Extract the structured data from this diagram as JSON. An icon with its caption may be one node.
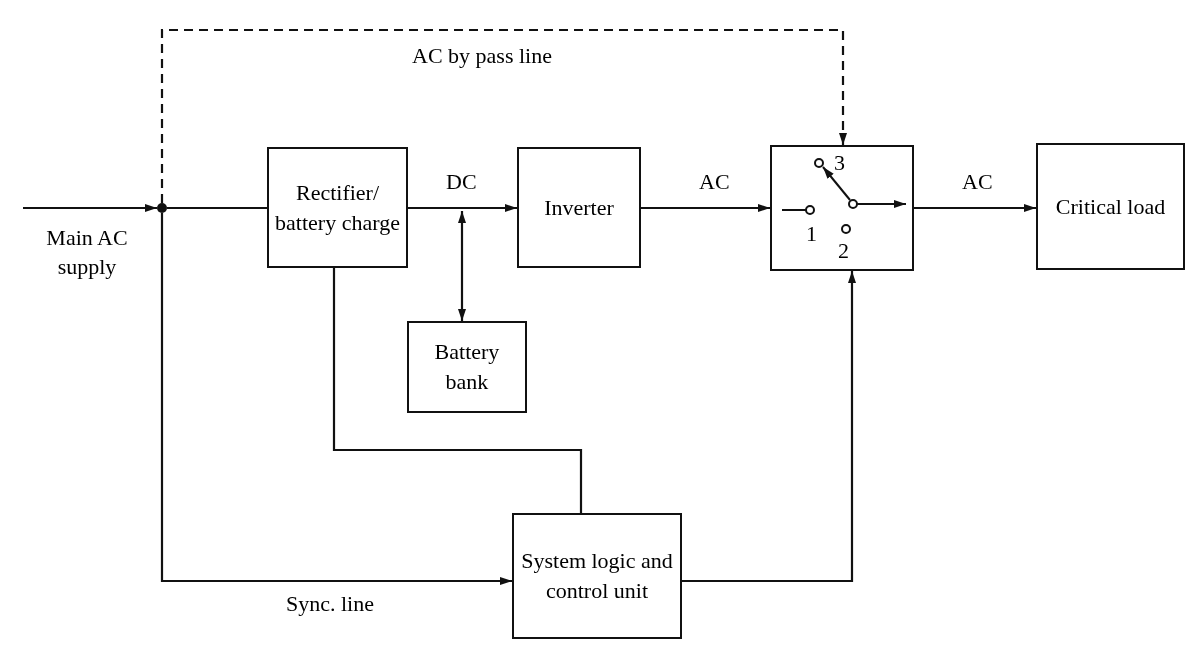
{
  "diagram": {
    "nodes": [
      {
        "text": [],
        "shape": "circle"
      },
      {
        "text": [
          "Rectifier/ battery charge"
        ]
      },
      {
        "text": [
          "Inverter"
        ]
      },
      {
        "text": [
          "Battery bank"
        ]
      },
      {
        "text": [
          "3",
          "1",
          "2"
        ]
      },
      {
        "text": [
          "Critical load"
        ]
      },
      {
        "text": [
          "System logic and control unit"
        ]
      }
    ],
    "edges": [
      {
        "from": null,
        "to": 0,
        "arrow": "to",
        "label": "Main AC supply"
      },
      {
        "from": 0,
        "to": 1,
        "arrow": "none"
      },
      {
        "from": 0,
        "to": 4,
        "arrow": "to",
        "style": "dashed",
        "label": "AC by pass line"
      },
      {
        "from": 0,
        "to": 6,
        "arrow": "to",
        "label": "Sync. line"
      },
      {
        "from": 1,
        "to": 2,
        "arrow": "to",
        "label": "DC"
      },
      {
        "from": null,
        "to": 3,
        "arrow": "both"
      },
      {
        "from": 2,
        "to": 4,
        "arrow": "to",
        "label": "AC"
      },
      {
        "from": 4,
        "to": 5,
        "arrow": "to",
        "label": "AC"
      },
      {
        "from": 1,
        "to": 6,
        "arrow": "none"
      },
      {
        "from": 6,
        "to": 4,
        "arrow": "to"
      }
    ]
  }
}
